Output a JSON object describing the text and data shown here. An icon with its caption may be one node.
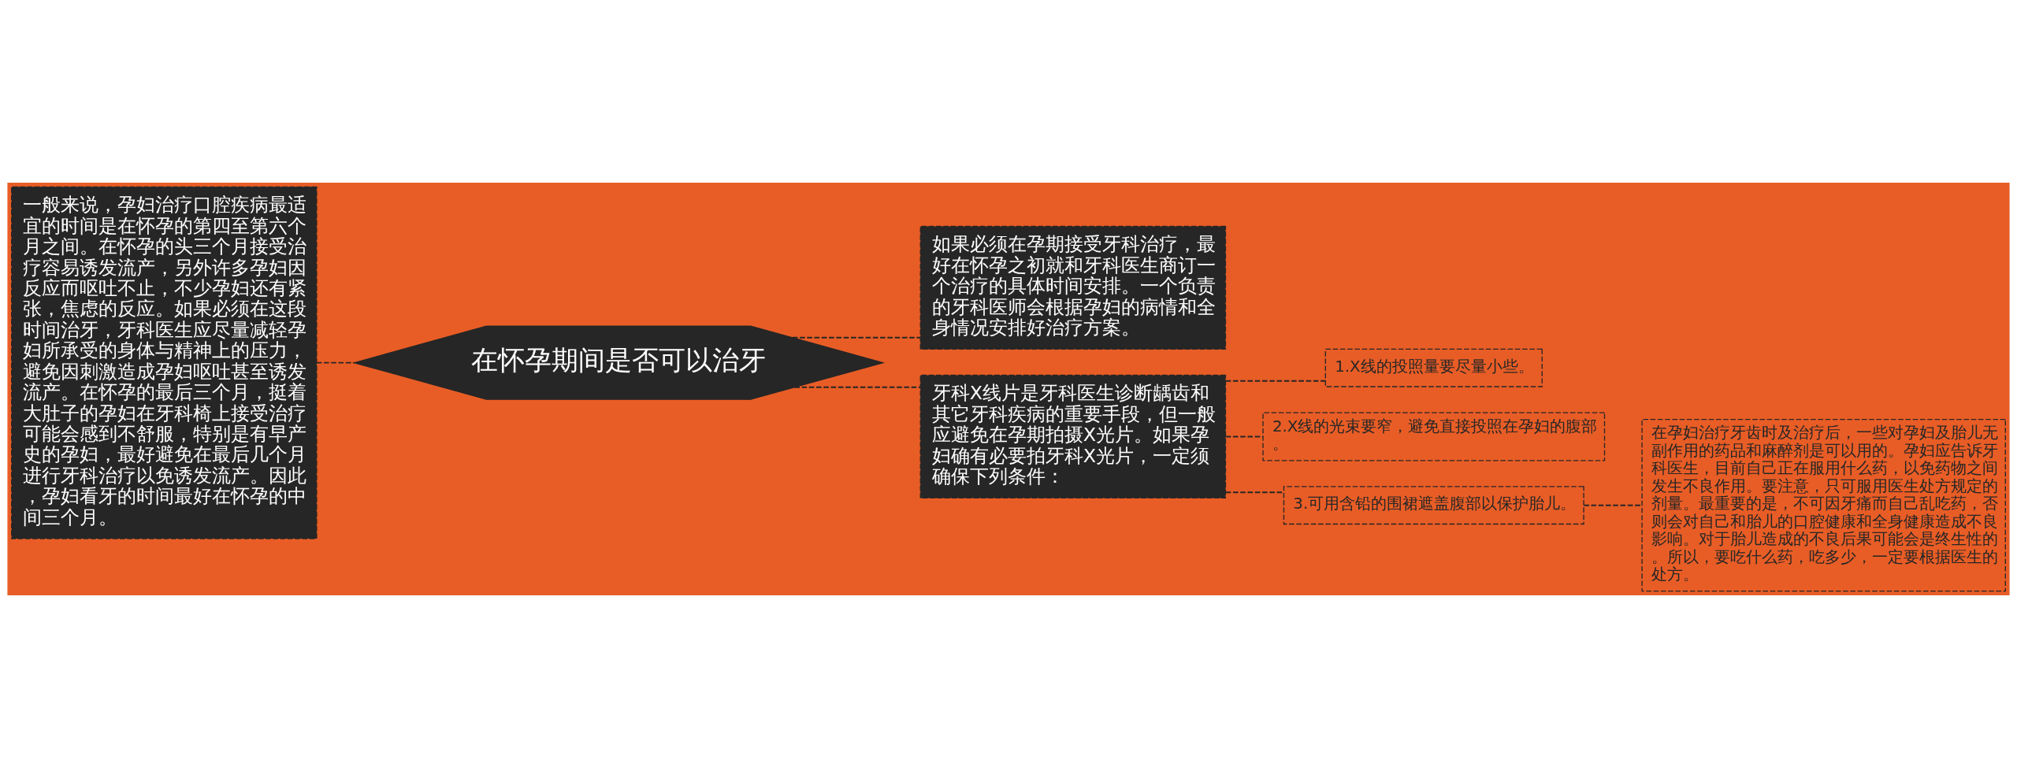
{
  "diagram": {
    "nodes": [
      {
        "text": [
          "在怀孕期间是否可以治牙"
        ]
      },
      {
        "text": [
          "一般来说，孕妇治疗口腔疾病最适宜的时间是在怀孕的第四至第六个月之间。在怀孕的头三个月接受治疗容易诱发流产，另外许多孕妇因反应而呕吐不止，不少孕妇还有紧张，焦虑的反应。如果必须在这段时间治牙，牙科医生应尽量减轻孕妇所承受的身体与精神上的压力，避免因刺激造成孕妇呕吐甚至诱发流产。在怀孕的最后三个月，挺着大肚子的孕妇在牙科椅上接受治疗可能会感到不舒服，特别是有早产史的孕妇，最好避免在最后几个月进行牙科治疗以免诱发流产。因此，孕妇看牙的时间最好在怀孕的中间三个月。"
        ]
      },
      {
        "text": [
          "如果必须在孕期接受牙科治疗，最好在怀孕之初就和牙科医生商订一个治疗的具体时间安排。一个负责的牙科医师会根据孕妇的病情和全身情况安排好治疗方案。"
        ]
      },
      {
        "text": [
          "牙科X线片是牙科医生诊断龋齿和其它牙科疾病的重要手段，但一般应避免在孕期拍摄X光片。如果孕妇确有必要拍牙科X光片，一定须确保下列条件："
        ]
      },
      {
        "text": [
          "1.X线的投照量要尽量小些。"
        ]
      },
      {
        "text": [
          "2.X线的光束要窄，避免直接投照在孕妇的腹部。"
        ]
      },
      {
        "text": [
          "3.可用含铅的围裙遮盖腹部以保护胎儿。"
        ]
      },
      {
        "text": [
          "在孕妇治疗牙齿时及治疗后，一些对孕妇及胎儿无副作用的药品和麻醉剂是可以用的。孕妇应告诉牙科医生，目前自己正在服用什么药，以免药物之间发生不良作用。要注意，只可服用医生处方规定的剂量。最重要的是，不可因牙痛而自己乱吃药，否则会对自己和胎儿的口腔健康和全身健康造成不良影响。对于胎儿造成的不良后果可能会是终生性的。所以，要吃什么药，吃多少，一定要根据医生的处方。"
        ]
      }
    ],
    "edges": [
      {
        "from": 0,
        "to": 1,
        "arrow": "none",
        "style": "dashed"
      },
      {
        "from": 0,
        "to": 2,
        "arrow": "none",
        "style": "dashed"
      },
      {
        "from": 0,
        "to": 3,
        "arrow": "none",
        "style": "dashed"
      },
      {
        "from": 3,
        "to": 4,
        "arrow": "none",
        "style": "dashed"
      },
      {
        "from": 3,
        "to": 5,
        "arrow": "none",
        "style": "dashed"
      },
      {
        "from": 3,
        "to": 6,
        "arrow": "none",
        "style": "dashed"
      },
      {
        "from": 6,
        "to": 7,
        "arrow": "none",
        "style": "dashed"
      }
    ]
  }
}
